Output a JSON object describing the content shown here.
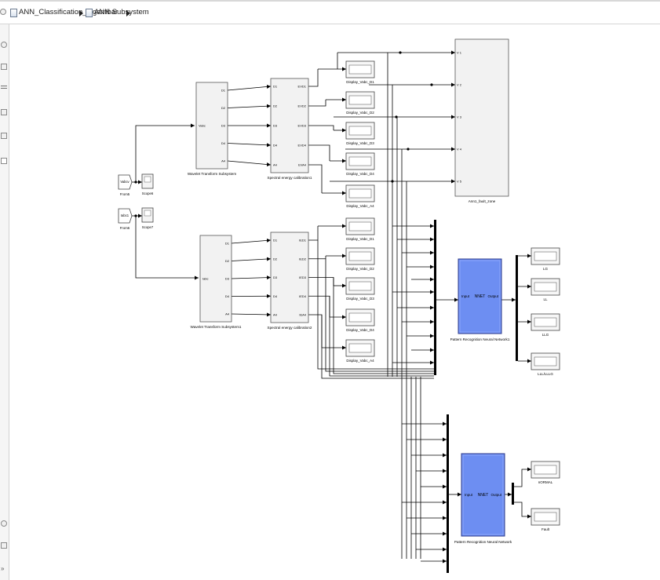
{
  "breadcrumb": {
    "root": "ANN_Classification_digambar",
    "current": "ANN Subsystem"
  },
  "toolbar_icons": [
    "expand-icon",
    "zoom-in-icon",
    "fit-icon",
    "arrow-icon",
    "image-icon",
    "image-icon",
    "square-icon",
    "camera-icon",
    "table-icon",
    "chevron-double-icon"
  ],
  "blocks": {
    "from1": {
      "name": "From5",
      "tag": "Vabcv"
    },
    "from2": {
      "name": "From6",
      "tag": "Iabc1"
    },
    "scope1": {
      "name": "Scope6"
    },
    "scope2": {
      "name": "Scope7"
    },
    "wt1": {
      "name": "Wavelet Transform Subsystem",
      "in_port": "Vabc",
      "out_ports": [
        "D1",
        "D2",
        "D3",
        "D4",
        "A4"
      ]
    },
    "wt2": {
      "name": "Wavelet Transform Subsystem1",
      "in_port": "Iabc",
      "out_ports": [
        "D1",
        "D2",
        "D3",
        "D4",
        "A4"
      ]
    },
    "se1": {
      "name": "Spectral energy calibration1",
      "in_ports": [
        "D1",
        "D2",
        "D3",
        "D4",
        "A4"
      ],
      "out_ports": [
        "EVD1",
        "EVD2",
        "EVD3",
        "EVD4",
        "EVA4"
      ]
    },
    "se2": {
      "name": "Spectral energy calibration2",
      "in_ports": [
        "D1",
        "D2",
        "D3",
        "D4",
        "A4"
      ],
      "out_ports": [
        "IED1",
        "IED2",
        "IED3",
        "IED4",
        "IEA4"
      ]
    },
    "disp_v": [
      "Display_Vabc_D1",
      "Display_Vabc_D2",
      "Display_Vabc_D3",
      "Display_Vabc_D4",
      "Display_Vabc_A4"
    ],
    "disp_i": [
      "Display_Vabc_D1",
      "Display_Vabc_D2",
      "Display_Vabc_D3",
      "Display_Vabc_D4",
      "Display_Vabc_A4"
    ],
    "ann_zone": {
      "name": "Ann1_fault_zone",
      "in_ports": [
        "V 1",
        "V 2",
        "V 3",
        "V 4",
        "V 5"
      ]
    },
    "nn1": {
      "name": "Pattern Recognition Neural Network1",
      "in_label": "Input",
      "mid_label": "NNET",
      "out_label": "Output"
    },
    "nn2": {
      "name": "Pattern Recognition Neural Network",
      "in_label": "Input",
      "mid_label": "NNET",
      "out_label": "Output"
    },
    "out1": [
      "LG",
      "LL",
      "LLG",
      "LLL/LLLG"
    ],
    "out2": [
      "nORMAL",
      "Fault"
    ]
  },
  "colors": {
    "nn_fill": "#6d8ef2",
    "nn_border": "#2c3a8a",
    "block_fill": "#f2f2f2",
    "line": "#000000"
  }
}
